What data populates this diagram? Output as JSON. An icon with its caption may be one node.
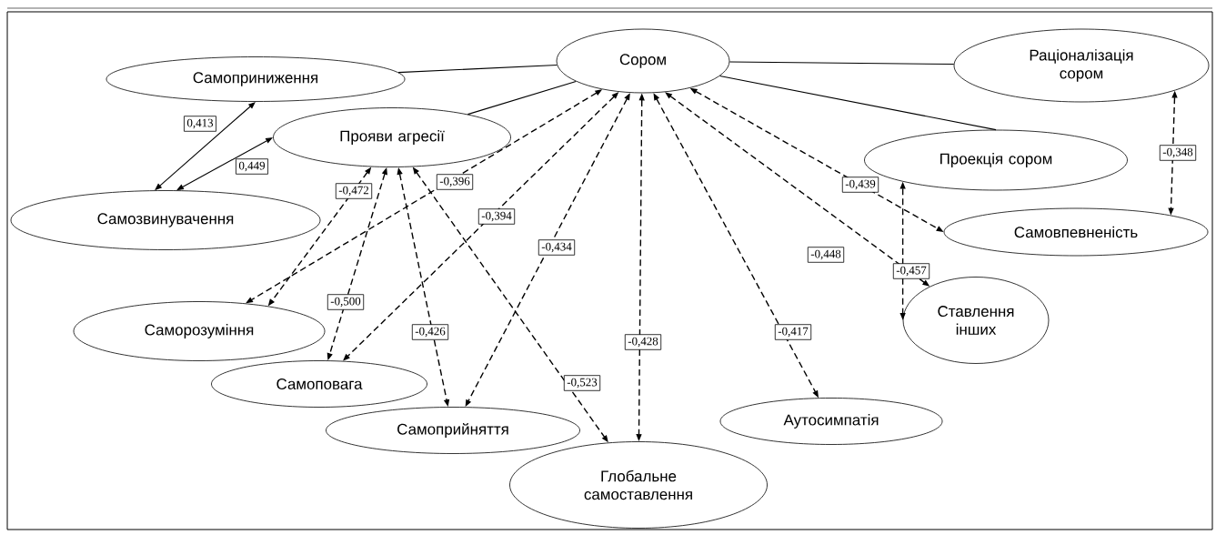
{
  "diagram": {
    "nodes": [
      {
        "text": [
          "Сором"
        ]
      },
      {
        "text": [
          "Раціоналізація сором"
        ]
      },
      {
        "text": [
          "Самоприниження"
        ]
      },
      {
        "text": [
          "Прояви агресії"
        ]
      },
      {
        "text": [
          "Проекція сором"
        ]
      },
      {
        "text": [
          "Самозвинувачення"
        ]
      },
      {
        "text": [
          "Самовпевненість"
        ]
      },
      {
        "text": [
          "Саморозуміння"
        ]
      },
      {
        "text": [
          "Ставлення інших"
        ]
      },
      {
        "text": [
          "Самоповага"
        ]
      },
      {
        "text": [
          "Самоприйняття"
        ]
      },
      {
        "text": [
          "Аутосимпатія"
        ]
      },
      {
        "text": [
          "Глобальне самоставлення"
        ]
      }
    ],
    "edges": [
      {
        "from": 0,
        "to": 2,
        "arrow": "none"
      },
      {
        "from": 0,
        "to": 3,
        "arrow": "none"
      },
      {
        "from": 0,
        "to": 1,
        "arrow": "none"
      },
      {
        "from": 0,
        "to": 4,
        "arrow": "none"
      },
      {
        "from": 5,
        "to": 2,
        "arrow": "both",
        "label": "0,413"
      },
      {
        "from": 5,
        "to": 3,
        "arrow": "both",
        "label": "0,449"
      },
      {
        "from": 3,
        "to": 7,
        "arrow": "both",
        "label": "-0,472",
        "style": "dashed"
      },
      {
        "from": 0,
        "to": 7,
        "arrow": "both",
        "label": "-0,396",
        "style": "dashed"
      },
      {
        "from": 0,
        "to": 9,
        "arrow": "both",
        "label": "-0,394",
        "style": "dashed"
      },
      {
        "from": 3,
        "to": 9,
        "arrow": "both",
        "label": "-0,500",
        "style": "dashed"
      },
      {
        "from": 3,
        "to": 10,
        "arrow": "both",
        "label": "-0,426",
        "style": "dashed"
      },
      {
        "from": 0,
        "to": 10,
        "arrow": "both",
        "label": "-0,434",
        "style": "dashed"
      },
      {
        "from": 3,
        "to": 12,
        "arrow": "both",
        "label": "-0,523",
        "style": "dashed"
      },
      {
        "from": 0,
        "to": 12,
        "arrow": "both",
        "label": "-0,428",
        "style": "dashed"
      },
      {
        "from": 0,
        "to": 11,
        "arrow": "both",
        "label": "-0,417",
        "style": "dashed"
      },
      {
        "from": 0,
        "to": 8,
        "arrow": "both",
        "label": "-0,448",
        "style": "dashed"
      },
      {
        "from": 0,
        "to": 6,
        "arrow": "both",
        "label": "-0,439",
        "style": "dashed"
      },
      {
        "from": 4,
        "to": 8,
        "arrow": "both",
        "label": "-0,457",
        "style": "dashed"
      },
      {
        "from": 1,
        "to": 6,
        "arrow": "both",
        "label": "-0,348",
        "style": "dashed"
      }
    ]
  }
}
